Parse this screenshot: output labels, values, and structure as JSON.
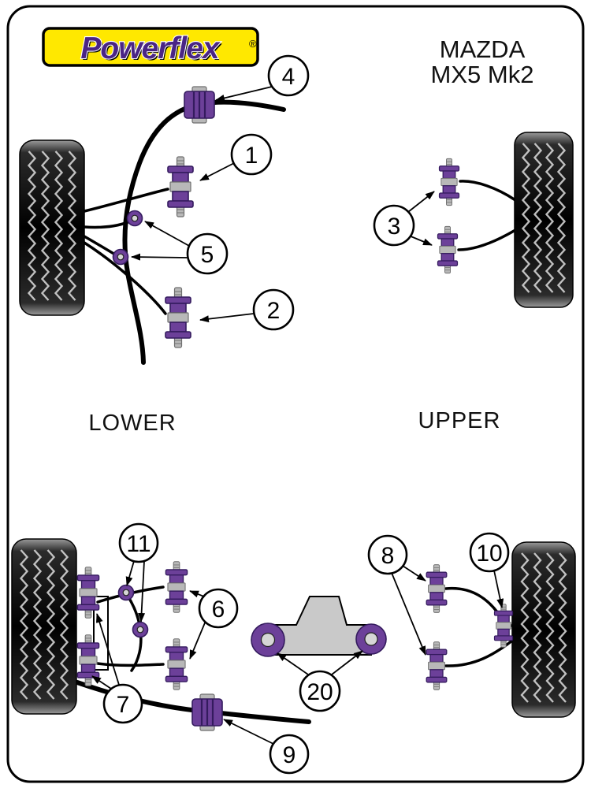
{
  "brand": {
    "name": "Powerflex",
    "registered": "®"
  },
  "vehicle": {
    "make": "MAZDA",
    "model": "MX5 Mk2"
  },
  "sections": {
    "lower": "LOWER",
    "upper": "UPPER"
  },
  "callouts": {
    "n1": "1",
    "n2": "2",
    "n3": "3",
    "n4": "4",
    "n5": "5",
    "n6": "6",
    "n7": "7",
    "n8": "8",
    "n9": "9",
    "n10": "10",
    "n11": "11",
    "n20": "20"
  },
  "colors": {
    "purple": "#6c4099",
    "purple-dark": "#341b5e",
    "metal": "#b8b8b8",
    "metal-dark": "#6f6f6f",
    "tread": "#dedede",
    "donut-inner": "#d6d6d6",
    "subframe": "#c9c9c9",
    "logo-yellow": "#ffe800",
    "logo-text": "#4a2585"
  }
}
